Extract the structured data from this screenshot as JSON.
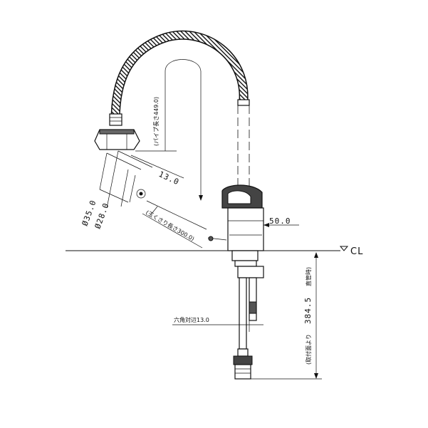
{
  "labels": {
    "pipe_length": "(パイプ長さ449.0)",
    "dim_13": "13.0",
    "dim_35": "Ø35.0",
    "dim_28": "Ø28.0",
    "chain_length": "(玉くさり長さ300.0)",
    "dim_50": "50.0",
    "cl": "CL",
    "hex_flats": "六角対辺13.0",
    "height_dim": "384.5",
    "height_note_left": "(取付面より",
    "height_note_right": "直管時)"
  },
  "colors": {
    "line": "#111111",
    "hose": "#555555"
  }
}
